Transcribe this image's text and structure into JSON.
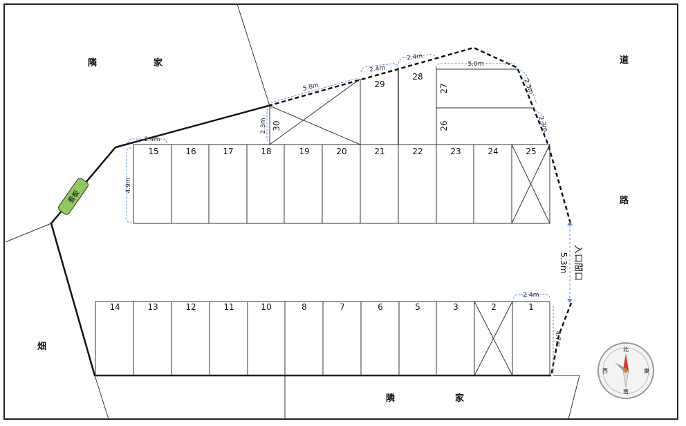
{
  "area_labels": {
    "neighbor_top_1": "隣",
    "neighbor_top_2": "家",
    "road_1": "道",
    "road_2": "路",
    "field": "畑",
    "neighbor_bottom_1": "隣",
    "neighbor_bottom_2": "家"
  },
  "sign": {
    "label": "看板"
  },
  "entrance": {
    "label": "入口間口",
    "width": "5.3m"
  },
  "compass": {
    "north": "北",
    "east": "東",
    "south": "南",
    "west": "西"
  },
  "parking": {
    "upper_row": [
      "15",
      "16",
      "17",
      "18",
      "19",
      "20",
      "21",
      "22",
      "23",
      "24",
      "25"
    ],
    "top_extra": [
      "30",
      "29",
      "28",
      "27",
      "26"
    ],
    "lower_row": [
      "14",
      "13",
      "12",
      "11",
      "10",
      "8",
      "7",
      "6",
      "5",
      "3",
      "2",
      "1"
    ]
  },
  "dimensions": {
    "top_left_width": "2.4m",
    "upper_depth": "4.9m",
    "slot30_height": "2.3m",
    "diagonal_span": "5.8m",
    "slot29_width": "2.4m",
    "slot28_width": "2.4m",
    "slot27_length": "5.0m",
    "right_depth_a": "2.3m",
    "right_depth_b": "2.3m",
    "slot1_width": "2.4m",
    "lower_right_depth": "4.7m"
  }
}
